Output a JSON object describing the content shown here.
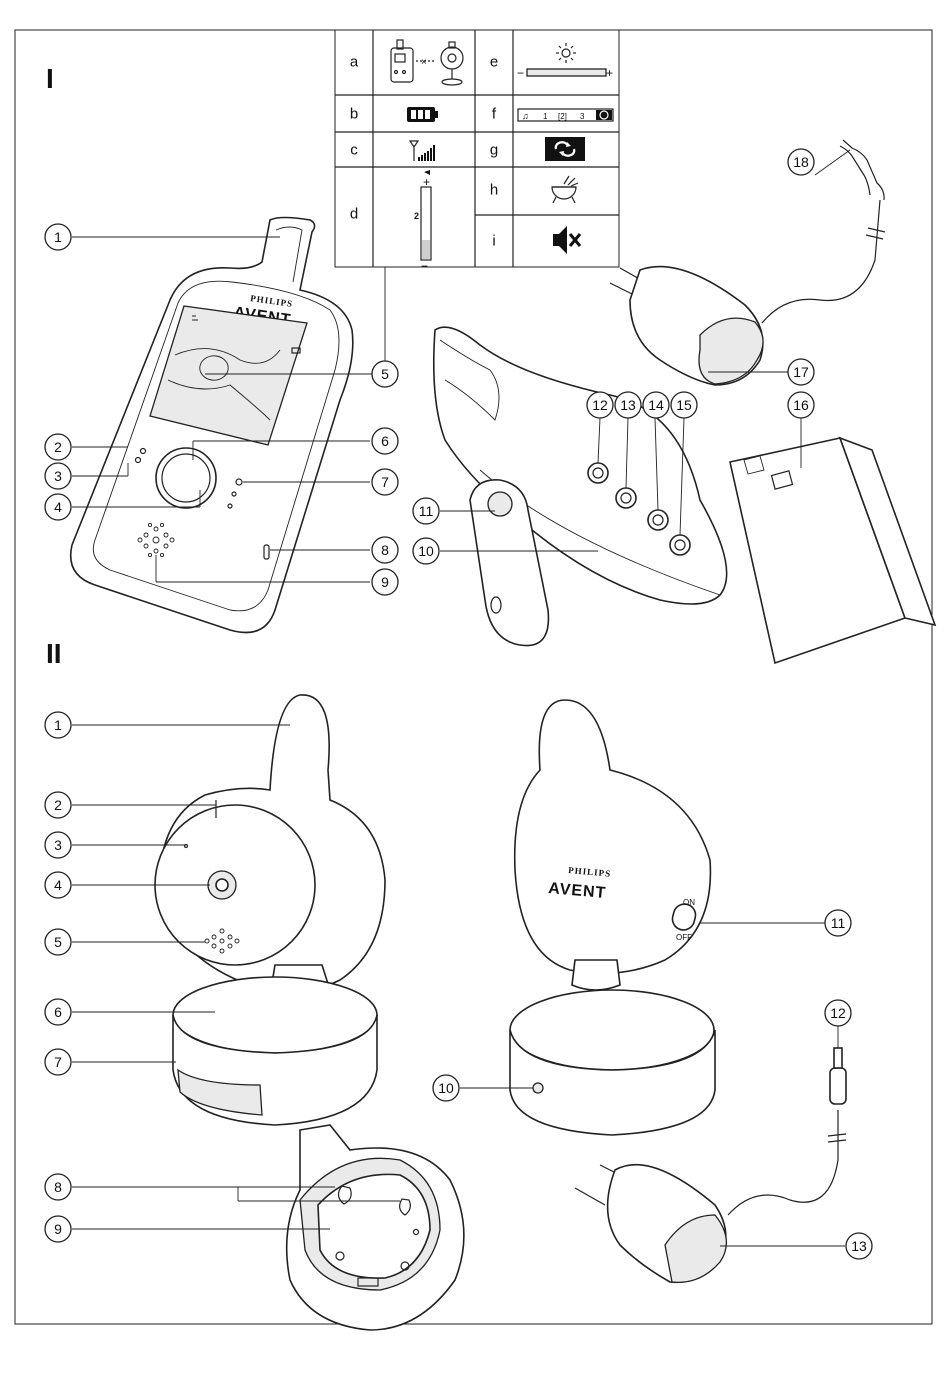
{
  "sections": {
    "I": "I",
    "II": "II"
  },
  "table": {
    "rows": [
      {
        "left": "a",
        "right": "e"
      },
      {
        "left": "b",
        "right": "f"
      },
      {
        "left": "c",
        "right": "g"
      },
      {
        "left": "d",
        "right": "h"
      },
      {
        "left": "",
        "right": "i"
      }
    ],
    "volume_level": "2",
    "volume_plus": "+",
    "volume_minus": "−",
    "brightness_minus": "−",
    "brightness_plus": "+",
    "lullaby_labels": [
      "1",
      "[2]",
      "3"
    ]
  },
  "brand": {
    "line1": "PHILIPS",
    "line2": "AVENT"
  },
  "camera_switch": {
    "on": "ON",
    "off": "OFF"
  },
  "callouts_parent": [
    "1",
    "2",
    "3",
    "4",
    "5",
    "6",
    "7",
    "8",
    "9",
    "10",
    "11",
    "12",
    "13",
    "14",
    "15",
    "16",
    "17",
    "18"
  ],
  "callouts_baby": [
    "1",
    "2",
    "3",
    "4",
    "5",
    "6",
    "7",
    "8",
    "9",
    "10",
    "11",
    "12",
    "13"
  ],
  "icons": {
    "a": "link-icon",
    "b": "battery-icon",
    "c": "signal-icon",
    "d": "volume-bar-icon",
    "e": "brightness-icon",
    "f": "lullaby-icon",
    "g": "repeat-icon",
    "h": "nightlight-icon",
    "i": "mute-icon"
  }
}
